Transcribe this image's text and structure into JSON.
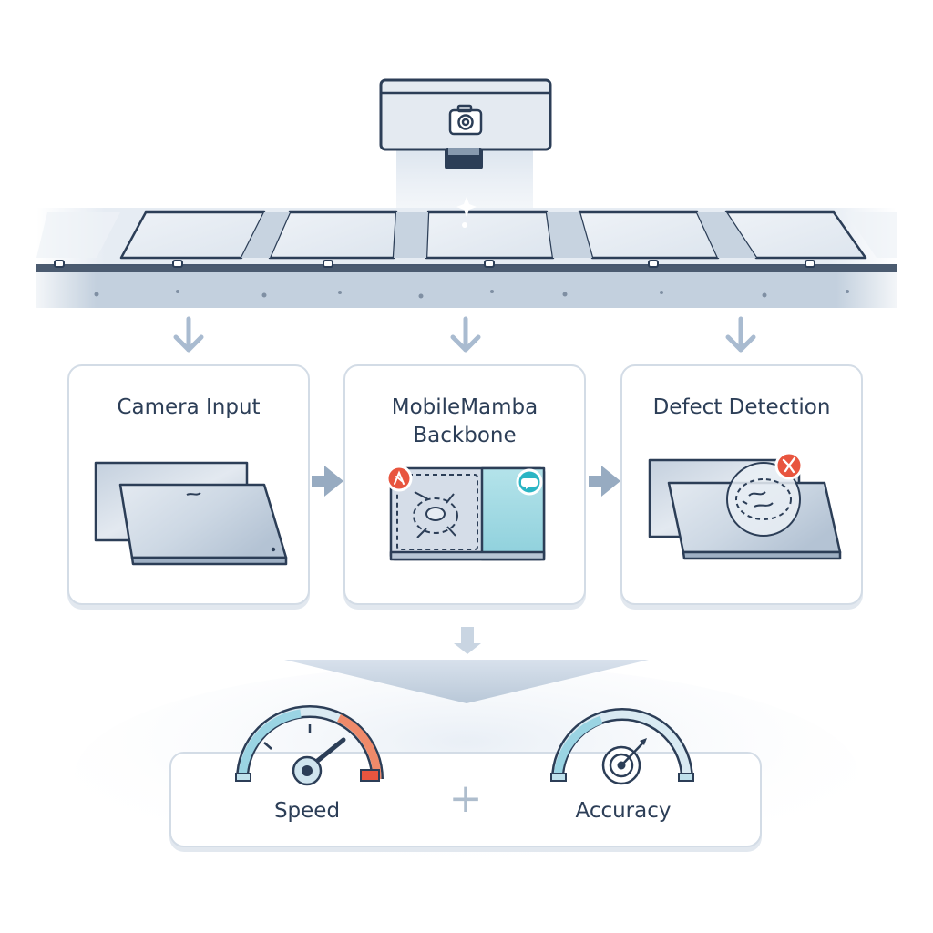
{
  "stages": [
    {
      "title": "Camera Input"
    },
    {
      "title": "MobileMamba\nBackbone"
    },
    {
      "title": "Defect Detection"
    }
  ],
  "metrics": {
    "speed_label": "Speed",
    "plus": "+",
    "accuracy_label": "Accuracy"
  },
  "colors": {
    "outline": "#2c3e57",
    "panel": "#d5dde8",
    "accent_red": "#e8553f",
    "accent_teal": "#2ab5c4",
    "arrow": "#a9bbd0"
  }
}
